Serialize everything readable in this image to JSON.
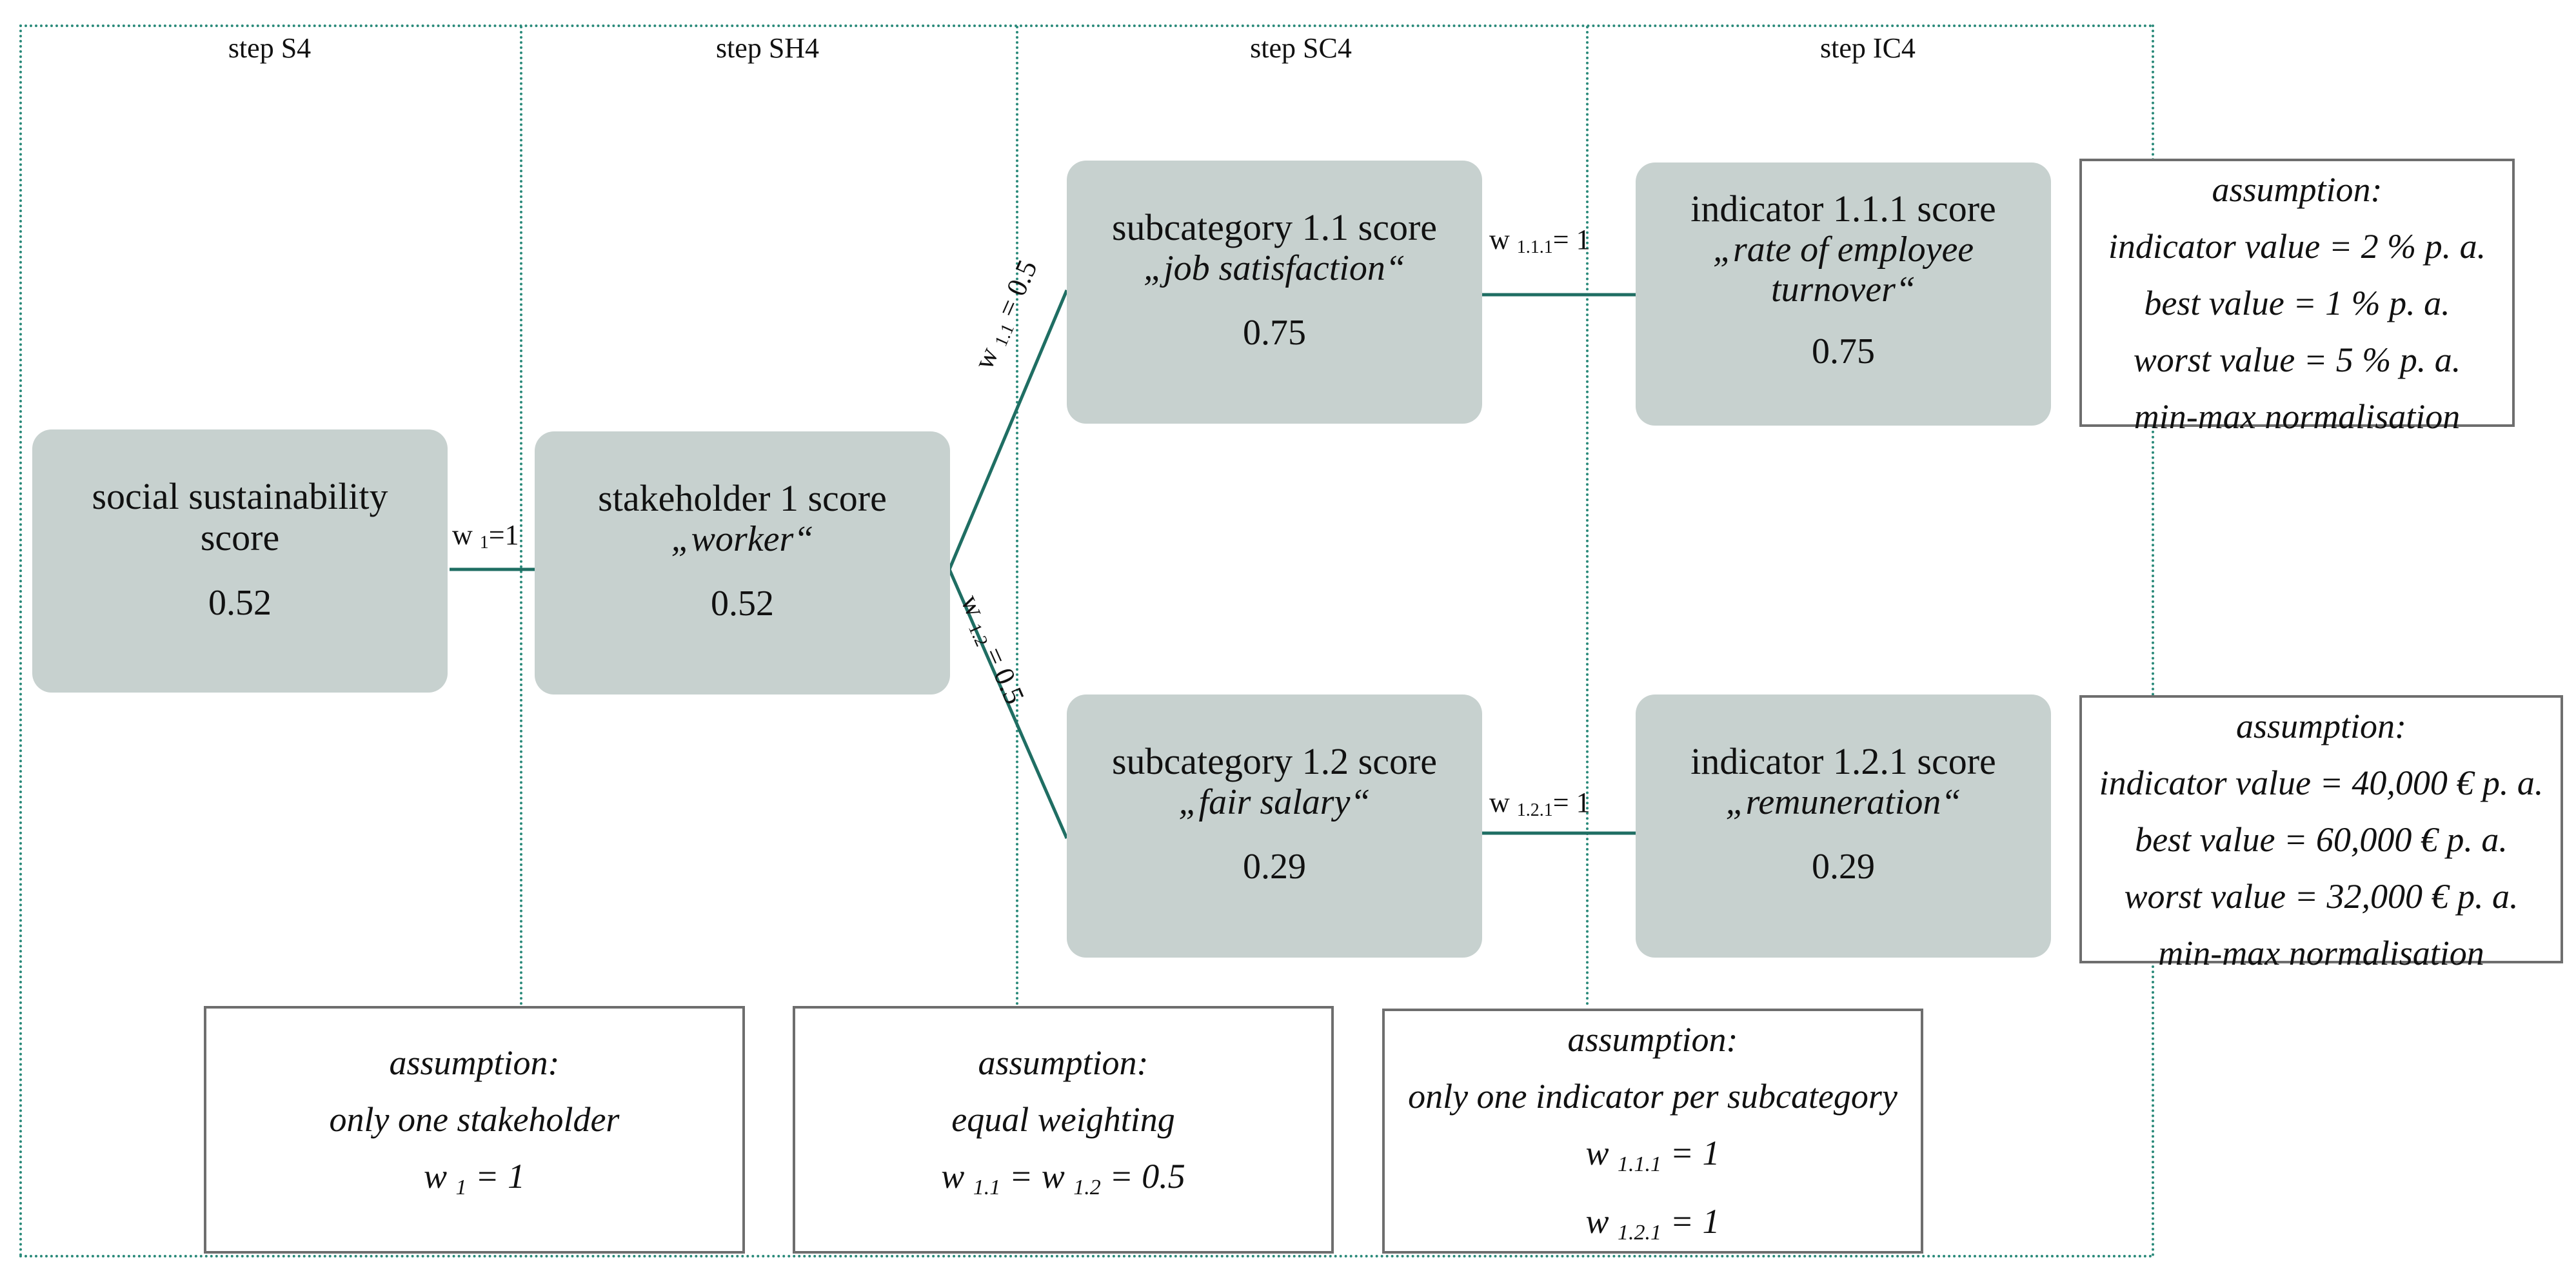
{
  "steps": [
    "step S4",
    "step SH4",
    "step SC4",
    "step IC4"
  ],
  "nodes": {
    "social": {
      "title_line1": "social sustainability",
      "title_line2": "score",
      "score": "0.52"
    },
    "stakeholder": {
      "title": "stakeholder 1 score",
      "sub": "„worker“",
      "score": "0.52"
    },
    "sub11": {
      "title": "subcategory 1.1 score",
      "sub": "„job satisfaction“",
      "score": "0.75"
    },
    "sub12": {
      "title": "subcategory 1.2 score",
      "sub": "„fair salary“",
      "score": "0.29"
    },
    "ind111": {
      "title": "indicator 1.1.1 score",
      "sub_line1": "„rate of employee",
      "sub_line2": "turnover“",
      "score": "0.75"
    },
    "ind121": {
      "title": "indicator 1.2.1 score",
      "sub": "„remuneration“",
      "score": "0.29"
    }
  },
  "weights": {
    "w1": {
      "w": "w",
      "idx": "1",
      "val": "=1"
    },
    "w11": {
      "w": "w",
      "idx": "1.1",
      "val": "=  0.5"
    },
    "w12": {
      "w": "w",
      "idx": "1.2",
      "val": "=  0.5"
    },
    "w111": {
      "w": "w",
      "idx": "1.1.1",
      "val": "=  1"
    },
    "w121": {
      "w": "w",
      "idx": "1.2.1",
      "val": "=  1"
    }
  },
  "assumptions": {
    "ind111": [
      "assumption:",
      "indicator value = 2 % p. a.",
      "best value = 1 % p. a.",
      "worst value = 5 % p. a.",
      "min-max normalisation"
    ],
    "ind121": [
      "assumption:",
      "indicator value = 40,000 € p. a.",
      "best value = 60,000 € p. a.",
      "worst value = 32,000 € p. a.",
      "min-max normalisation"
    ],
    "stakeholder": {
      "heading": "assumption:",
      "text": "only one stakeholder",
      "w": "w",
      "idx": "1",
      "val": " = 1"
    },
    "weighting": {
      "heading": "assumption:",
      "text": "equal weighting",
      "w_a": "w",
      "idx_a": "1.1",
      "eq": " = w",
      "idx_b": "1.2",
      "val": " = 0.5"
    },
    "indicator": {
      "heading": "assumption:",
      "text": "only one indicator per subcategory",
      "w_a": "w",
      "idx_a": "1.1.1",
      "val_a": " = 1",
      "w_b": "w",
      "idx_b": "1.2.1",
      "val_b": " = 1"
    }
  },
  "colors": {
    "node_fill": "#c7d1cf",
    "edge": "#1f6e63",
    "guide": "#2a8a7a",
    "box_border": "#6e6e6e"
  }
}
